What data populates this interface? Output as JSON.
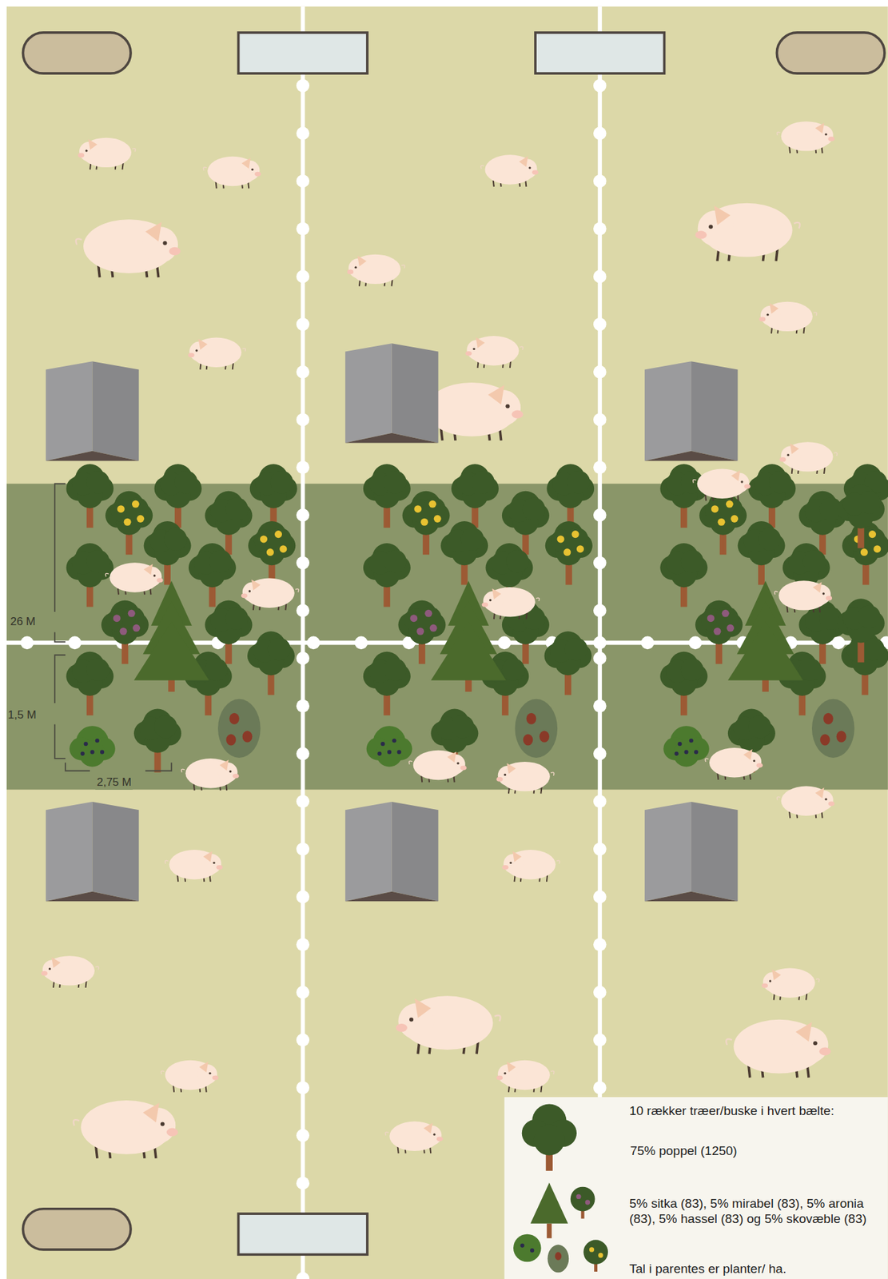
{
  "diagram": {
    "labels": [
      "26 M",
      "1,5 M",
      "2,75 M",
      "10 rækker træer/buske i hvert bælte:",
      "Tal i parentes er planter/ ha."
    ],
    "legend": [
      {
        "text": "75% poppel (1250)"
      },
      {
        "text": "5% sitka (83), 5% mirabel (83), 5% aronia (83), 5% hassel (83) og 5% skovæble (83)"
      }
    ]
  }
}
